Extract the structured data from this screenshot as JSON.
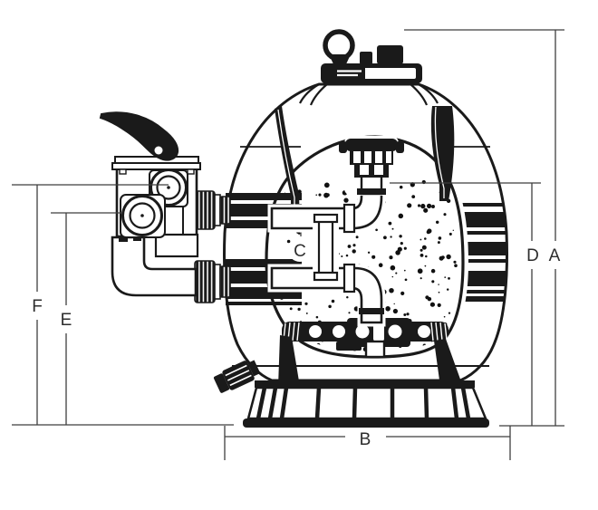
{
  "diagram": {
    "background": "#ffffff",
    "ink_color": "#1a1a1a",
    "dimension_line_color": "#3f3f3f",
    "label_color": "#2d2d2d",
    "dimension_labels": {
      "A": "A",
      "B": "B",
      "C": "C",
      "D": "D",
      "E": "E",
      "F": "F"
    }
  }
}
